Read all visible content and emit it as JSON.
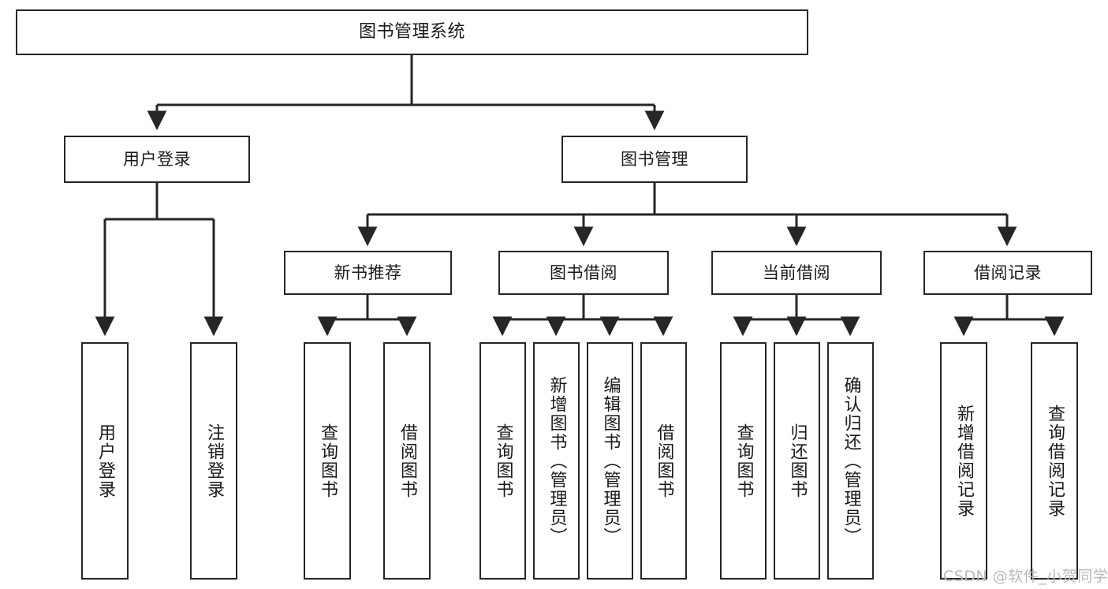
{
  "diagram": {
    "title": "图书管理系统",
    "type": "tree-hierarchy",
    "nodes": {
      "root": {
        "label": "图书管理系统"
      },
      "level2": [
        {
          "label": "用户登录"
        },
        {
          "label": "图书管理"
        }
      ],
      "level3": [
        {
          "label": "新书推荐"
        },
        {
          "label": "图书借阅"
        },
        {
          "label": "当前借阅"
        },
        {
          "label": "借阅记录"
        }
      ],
      "leaves_user_login": [
        {
          "label": "用户登录"
        },
        {
          "label": "注销登录"
        }
      ],
      "leaves_new_books": [
        {
          "label": "查询图书"
        },
        {
          "label": "借阅图书"
        }
      ],
      "leaves_borrow": [
        {
          "label": "查询图书"
        },
        {
          "label": "新增图书（管理员）"
        },
        {
          "label": "编辑图书（管理员）"
        },
        {
          "label": "借阅图书"
        }
      ],
      "leaves_current": [
        {
          "label": "查询图书"
        },
        {
          "label": "归还图书"
        },
        {
          "label": "确认归还（管理员）"
        }
      ],
      "leaves_records": [
        {
          "label": "新增借阅记录"
        },
        {
          "label": "查询借阅记录"
        }
      ]
    },
    "watermark": "CSDN @软件_小贺同学",
    "colors": {
      "stroke": "#262626",
      "fill": "#ffffff",
      "text": "#1a1a1a",
      "watermark": "#b9b9b9"
    }
  }
}
